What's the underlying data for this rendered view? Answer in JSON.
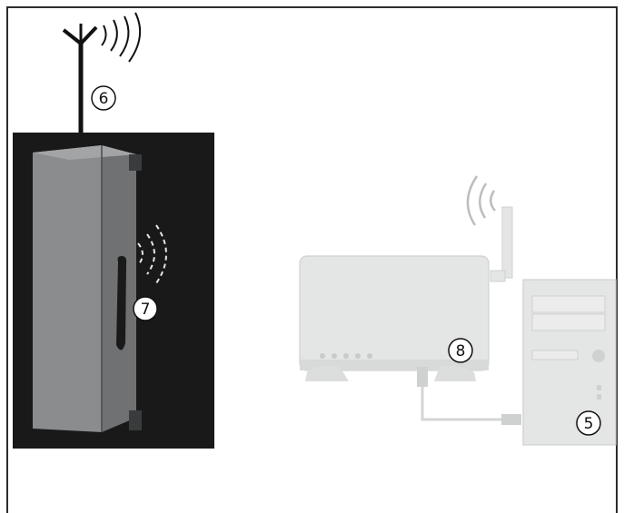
{
  "callouts": {
    "antenna": "6",
    "device_antenna": "7",
    "router": "8",
    "computer": "5"
  },
  "colors": {
    "frame": "#2b2b2b",
    "photo_background": "#141414",
    "enclosure": "#8a8c8e",
    "device_gray": "#e4e5e5",
    "device_stroke": "#cfd0d0",
    "wave": "#bdbdbd"
  },
  "icons": [
    "antenna-icon",
    "radio-waves-icon",
    "router-icon",
    "computer-tower-icon",
    "network-cable-icon"
  ]
}
